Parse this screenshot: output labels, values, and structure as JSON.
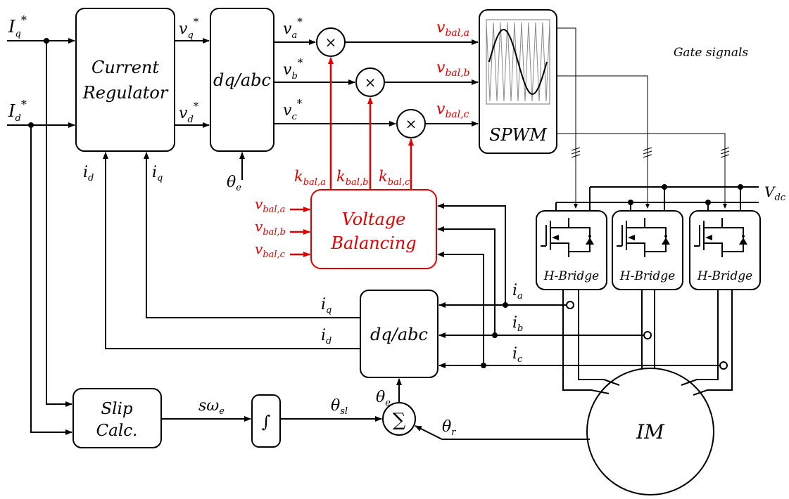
{
  "blocks": {
    "current_regulator": {
      "line1": "Current",
      "line2": "Regulator"
    },
    "dq_abc_top": "dq/abc",
    "spwm": "SPWM",
    "voltage_balancing": {
      "line1": "Voltage",
      "line2": "Balancing"
    },
    "dq_abc_bottom": "dq/abc",
    "slip_calc": {
      "line1": "Slip",
      "line2": "Calc."
    },
    "integrator": "∫",
    "summer": "∑",
    "multiplier": "×",
    "h_bridge": "H-Bridge",
    "motor": "IM"
  },
  "labels": {
    "gate_signals": "Gate signals",
    "vdc": {
      "base": "V",
      "sub": "dc"
    },
    "iq_ref": {
      "base": "I",
      "sub": "q",
      "sup": "*"
    },
    "id_ref": {
      "base": "I",
      "sub": "d",
      "sup": "*"
    },
    "vq_ref": {
      "base": "v",
      "sub": "q",
      "sup": "*"
    },
    "vd_ref": {
      "base": "v",
      "sub": "d",
      "sup": "*"
    },
    "va_ref": {
      "base": "v",
      "sub": "a",
      "sup": "*"
    },
    "vb_ref": {
      "base": "v",
      "sub": "b",
      "sup": "*"
    },
    "vc_ref": {
      "base": "v",
      "sub": "c",
      "sup": "*"
    },
    "vbal_a": {
      "base": "v",
      "sub": "bal,a"
    },
    "vbal_b": {
      "base": "v",
      "sub": "bal,b"
    },
    "vbal_c": {
      "base": "v",
      "sub": "bal,c"
    },
    "kbal_a": {
      "base": "k",
      "sub": "bal,a"
    },
    "kbal_b": {
      "base": "k",
      "sub": "bal,b"
    },
    "kbal_c": {
      "base": "k",
      "sub": "bal,c"
    },
    "theta_e": {
      "base": "θ",
      "sub": "e"
    },
    "theta_sl": {
      "base": "θ",
      "sub": "sl"
    },
    "theta_r": {
      "base": "θ",
      "sub": "r"
    },
    "s_omega_e": {
      "base": "sω",
      "sub": "e"
    },
    "i_d": {
      "base": "i",
      "sub": "d"
    },
    "i_q": {
      "base": "i",
      "sub": "q"
    },
    "i_a": {
      "base": "i",
      "sub": "a"
    },
    "i_b": {
      "base": "i",
      "sub": "b"
    },
    "i_c": {
      "base": "i",
      "sub": "c"
    }
  }
}
